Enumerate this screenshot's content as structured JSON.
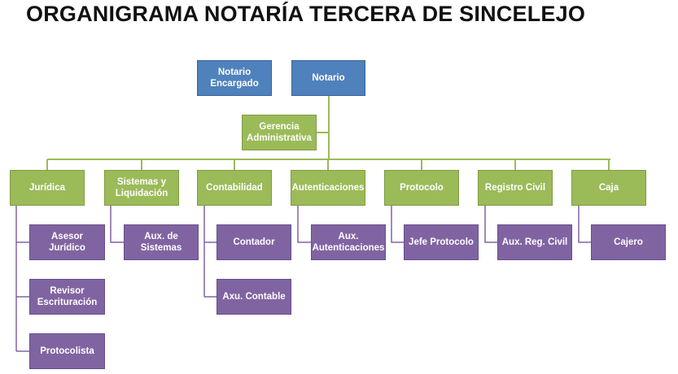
{
  "title": "ORGANIGRAMA NOTARÍA TERCERA DE SINCELEJO",
  "colors": {
    "blue": "#4f81bd",
    "green": "#9bbb59",
    "purple": "#8064a2",
    "connector": "#9bbb59",
    "connector_sub": "#8064a2"
  },
  "top": {
    "notario_encargado": "Notario Encargado",
    "notario": "Notario"
  },
  "gerencia": "Gerencia Administrativa",
  "departments": [
    {
      "label": "Jurídica",
      "subs": [
        "Asesor Jurídico",
        "Revisor Escrituración",
        "Protocolista"
      ]
    },
    {
      "label": "Sistemas y Liquidación",
      "subs": [
        "Aux. de Sistemas"
      ]
    },
    {
      "label": "Contabilidad",
      "subs": [
        "Contador",
        "Axu. Contable"
      ]
    },
    {
      "label": "Autenticaciones",
      "subs": [
        "Aux. Autenticaciones"
      ]
    },
    {
      "label": "Protocolo",
      "subs": [
        "Jefe Protocolo"
      ]
    },
    {
      "label": "Registro Civil",
      "subs": [
        "Aux. Reg. Civil"
      ]
    },
    {
      "label": "Caja",
      "subs": [
        "Cajero"
      ]
    }
  ]
}
